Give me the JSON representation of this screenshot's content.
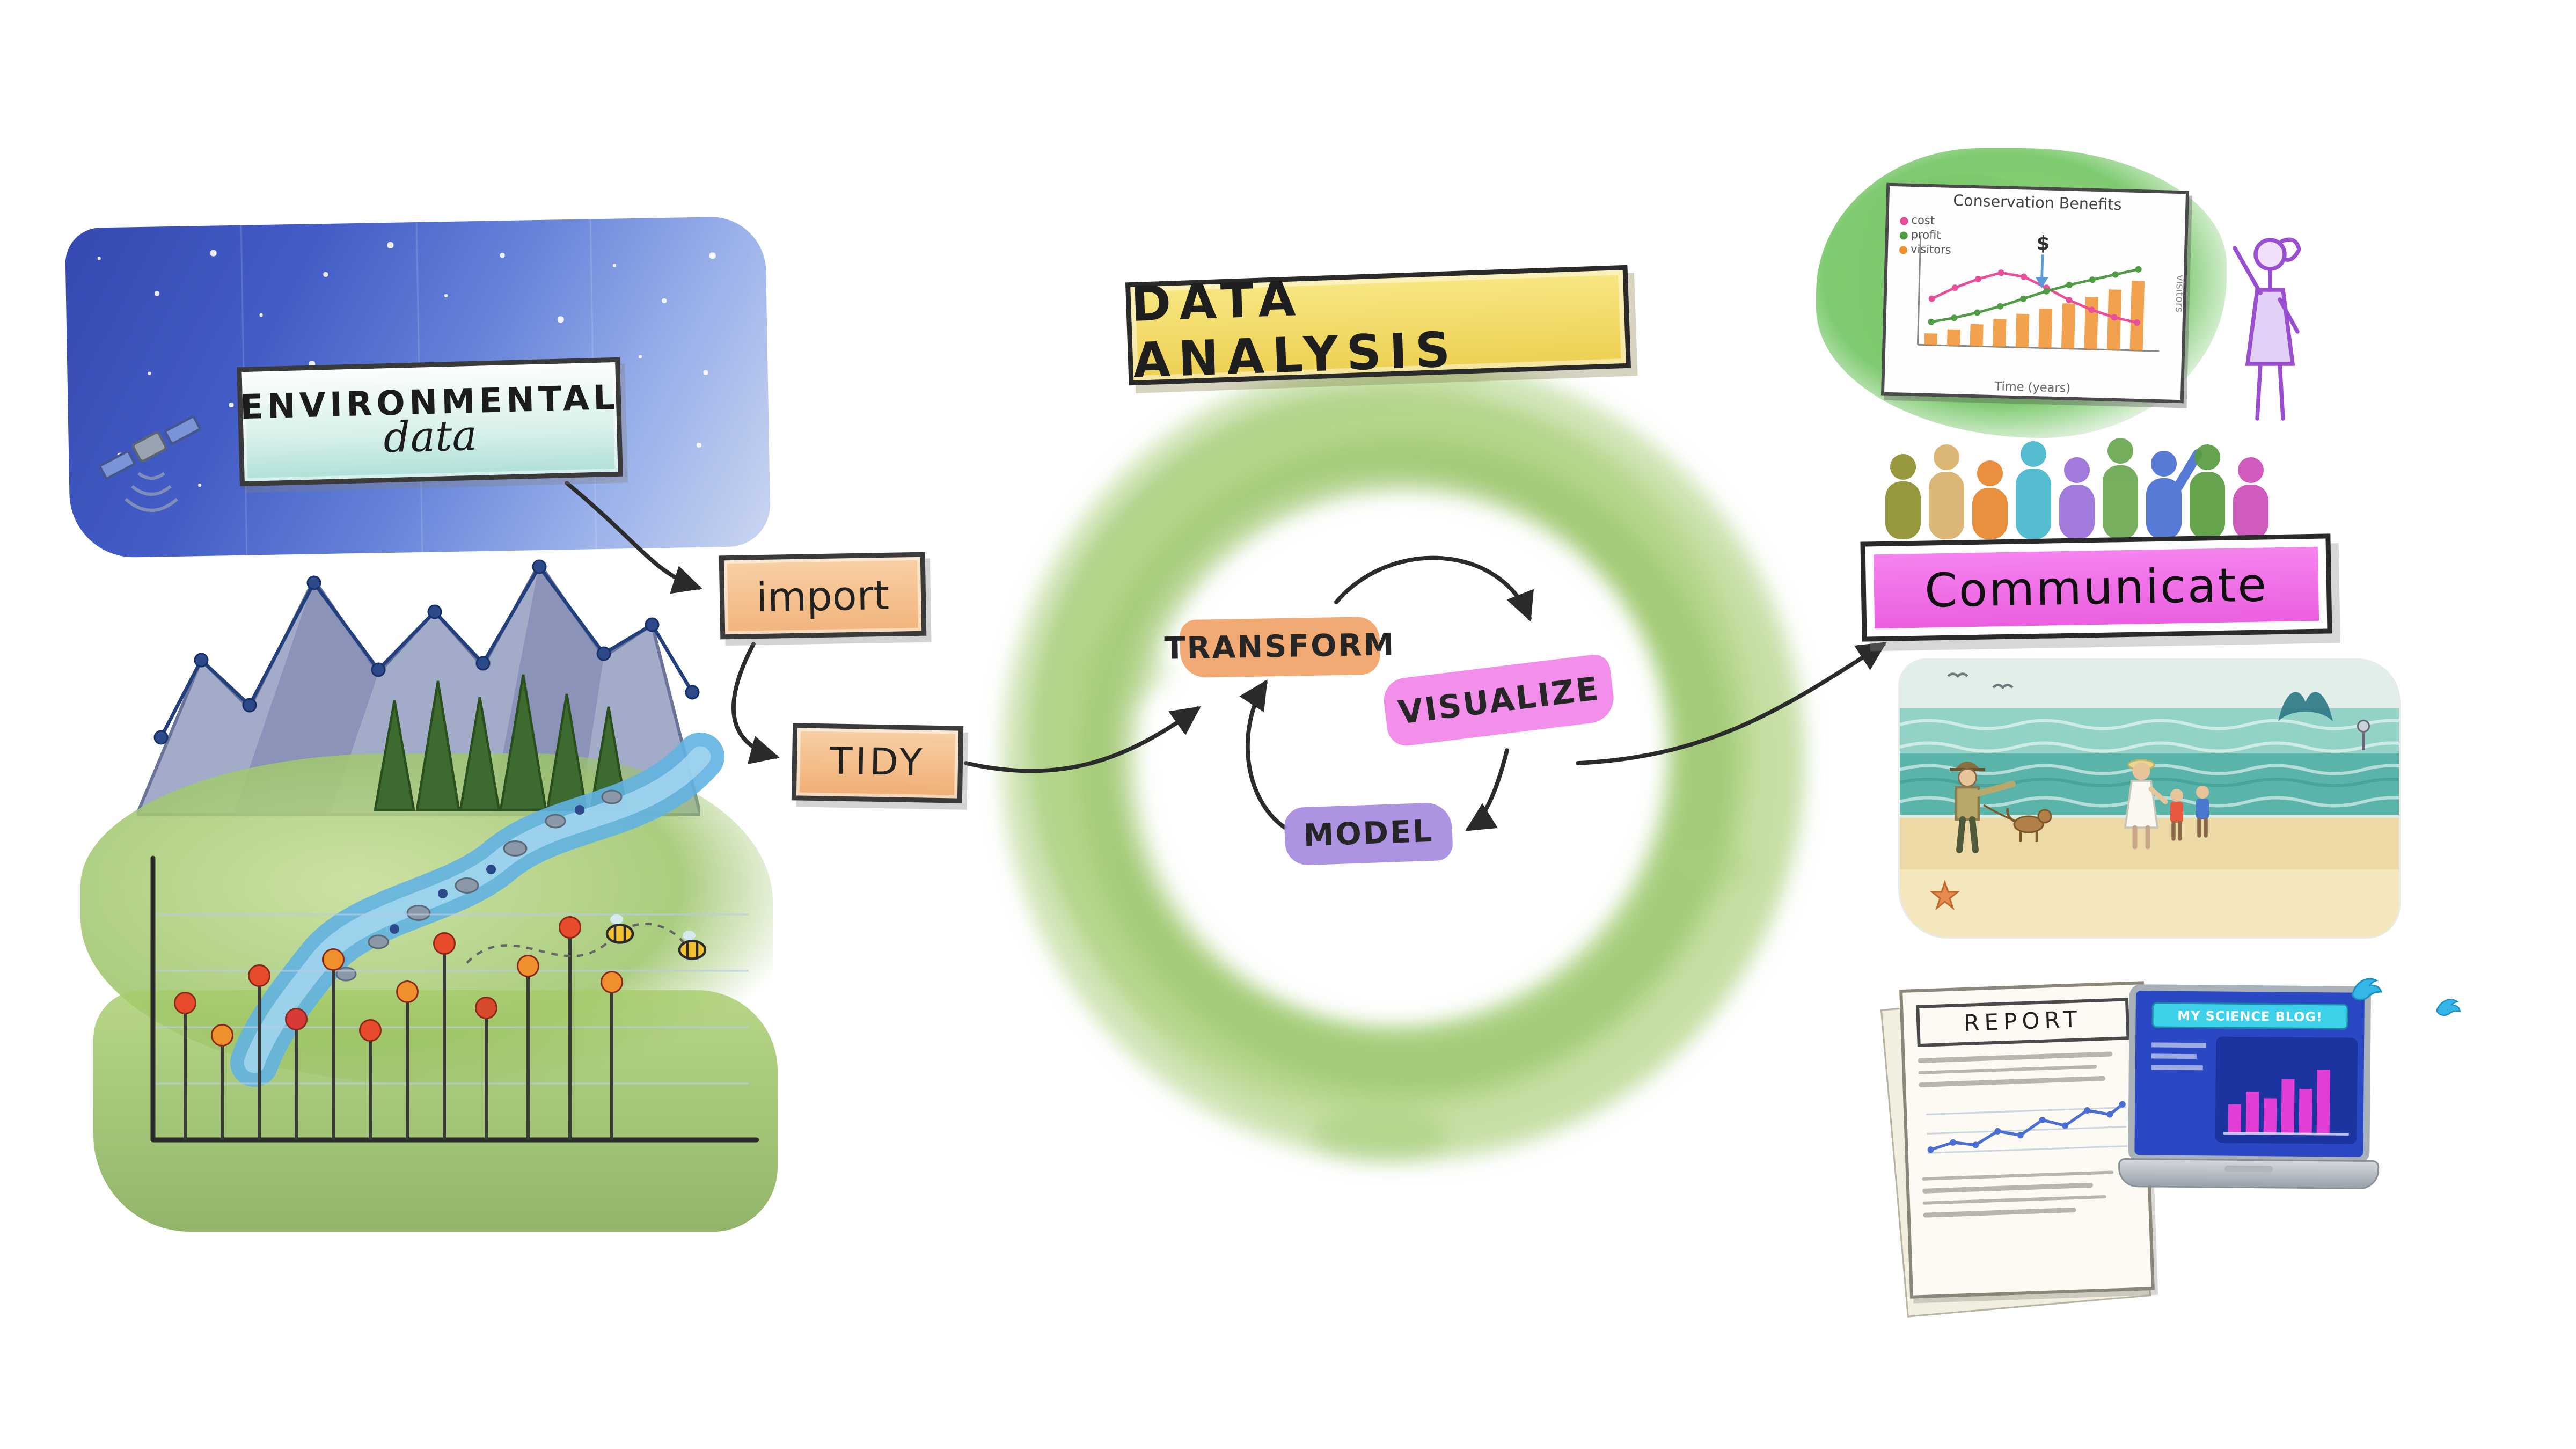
{
  "env_banner": {
    "line1": "ENVIRONMENTAL",
    "line2": "data"
  },
  "flow": {
    "import": "import",
    "tidy": "TIDY"
  },
  "cycle": {
    "title": "DATA ANALYSIS",
    "steps": {
      "transform": "TRANSFORM",
      "visualize": "VISUALIZE",
      "model": "MODEL"
    }
  },
  "communicate": {
    "label": "Communicate",
    "audience_colors": [
      "#8f8f2e",
      "#d8b06a",
      "#e8872f",
      "#45b8cc",
      "#9a6fd8",
      "#6aa84f",
      "#4a6fd4",
      "#5a9c3f",
      "#cc4fb8"
    ]
  },
  "presentation": {
    "title": "Conservation Benefits",
    "xlabel": "Time (years)",
    "ylabel": "visitors",
    "annotation": "$",
    "legend": [
      {
        "label": "cost",
        "color": "#e84f9b"
      },
      {
        "label": "profit",
        "color": "#4f9c45"
      },
      {
        "label": "visitors",
        "color": "#f09030"
      }
    ],
    "chart_data": {
      "type": "line+bar",
      "x": [
        1,
        2,
        3,
        4,
        5,
        6,
        7,
        8,
        9,
        10
      ],
      "series": [
        {
          "name": "cost",
          "type": "line",
          "color": "#e84f9b",
          "values": [
            4,
            5,
            5.8,
            6.4,
            6.1,
            5.2,
            4.2,
            3.4,
            2.8,
            2.4
          ]
        },
        {
          "name": "profit",
          "type": "line",
          "color": "#4f9c45",
          "values": [
            2,
            2.4,
            2.9,
            3.5,
            4.2,
            4.9,
            5.5,
            6,
            6.5,
            7
          ]
        },
        {
          "name": "visitors",
          "type": "bar",
          "color": "#f09030",
          "values": [
            1,
            1.4,
            1.9,
            2.4,
            2.9,
            3.4,
            3.9,
            4.5,
            5.2,
            6
          ]
        }
      ]
    }
  },
  "report": {
    "label": "REPORT"
  },
  "blog": {
    "label": "MY SCIENCE BLOG!"
  }
}
